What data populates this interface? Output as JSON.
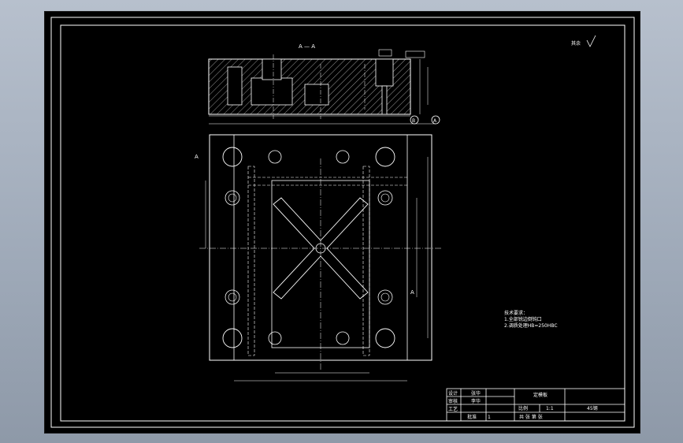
{
  "view_labels": {
    "section_title": "A — A",
    "section_mark_left": "A",
    "section_mark_right": "A"
  },
  "roughness_note": "其余",
  "datum_labels": [
    "B",
    "A"
  ],
  "technical_requirements": {
    "title": "技术要求：",
    "items": [
      "1.全部锐边倒钝口",
      "2.调质处理HB=250HBC"
    ]
  },
  "title_block": {
    "row1": [
      "设计",
      "张华"
    ],
    "row2": [
      "审核",
      "李华"
    ],
    "row3": [
      "工艺",
      ""
    ],
    "row4": [
      "批准",
      "1"
    ],
    "part_name": "定模板",
    "material": "45钢",
    "scale_label": "比例",
    "scale_value": "1:1",
    "sheet_info": "共 张 第 张"
  },
  "colors": {
    "background": "#000000",
    "lines": "#ffffff",
    "window_frame": "#9ea9b8"
  }
}
